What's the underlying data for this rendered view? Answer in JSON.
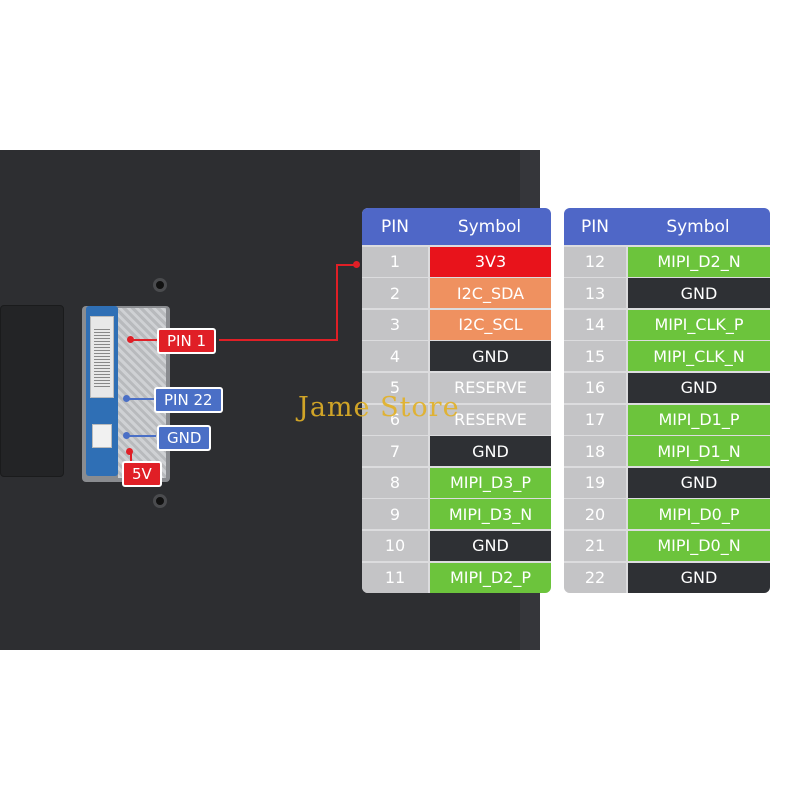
{
  "callouts": {
    "pin1": "PIN 1",
    "pin22": "PIN 22",
    "gnd": "GND",
    "v5": "5V"
  },
  "colors": {
    "header": "#4f67c7",
    "red": "#e8131b",
    "orange": "#ef9160",
    "gray": "#c4c4c6",
    "dark": "#2e3034",
    "green": "#6cc43c"
  },
  "tables": [
    {
      "headers": [
        "PIN",
        "Symbol"
      ],
      "rows": [
        {
          "pin": "1",
          "symbol": "3V3",
          "color": "red"
        },
        {
          "pin": "2",
          "symbol": "I2C_SDA",
          "color": "orange"
        },
        {
          "pin": "3",
          "symbol": "I2C_SCL",
          "color": "orange"
        },
        {
          "pin": "4",
          "symbol": "GND",
          "color": "dark"
        },
        {
          "pin": "5",
          "symbol": "RESERVE",
          "color": "gray"
        },
        {
          "pin": "6",
          "symbol": "RESERVE",
          "color": "gray"
        },
        {
          "pin": "7",
          "symbol": "GND",
          "color": "dark"
        },
        {
          "pin": "8",
          "symbol": "MIPI_D3_P",
          "color": "green"
        },
        {
          "pin": "9",
          "symbol": "MIPI_D3_N",
          "color": "green"
        },
        {
          "pin": "10",
          "symbol": "GND",
          "color": "dark"
        },
        {
          "pin": "11",
          "symbol": "MIPI_D2_P",
          "color": "green"
        }
      ]
    },
    {
      "headers": [
        "PIN",
        "Symbol"
      ],
      "rows": [
        {
          "pin": "12",
          "symbol": "MIPI_D2_N",
          "color": "green"
        },
        {
          "pin": "13",
          "symbol": "GND",
          "color": "dark"
        },
        {
          "pin": "14",
          "symbol": "MIPI_CLK_P",
          "color": "green"
        },
        {
          "pin": "15",
          "symbol": "MIPI_CLK_N",
          "color": "green"
        },
        {
          "pin": "16",
          "symbol": "GND",
          "color": "dark"
        },
        {
          "pin": "17",
          "symbol": "MIPI_D1_P",
          "color": "green"
        },
        {
          "pin": "18",
          "symbol": "MIPI_D1_N",
          "color": "green"
        },
        {
          "pin": "19",
          "symbol": "GND",
          "color": "dark"
        },
        {
          "pin": "20",
          "symbol": "MIPI_D0_P",
          "color": "green"
        },
        {
          "pin": "21",
          "symbol": "MIPI_D0_N",
          "color": "green"
        },
        {
          "pin": "22",
          "symbol": "GND",
          "color": "dark"
        }
      ]
    }
  ],
  "watermark": "Jame Store"
}
